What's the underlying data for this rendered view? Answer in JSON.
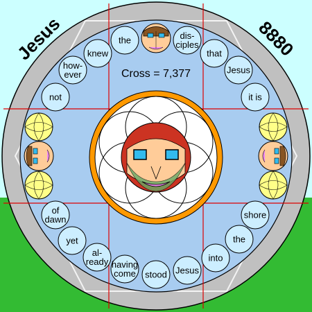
{
  "title_left": "Jesus",
  "title_right": "8880",
  "cross_text": "Cross = 7,377",
  "colors": {
    "sky": "#ccffff",
    "grass": "#33bb33",
    "ring_gray": "#c0c0c0",
    "inner_blue": "#a8ccf0",
    "bubble": "#cceeff",
    "yellow": "#ffff88",
    "orange": "#ff9900",
    "red_line": "#dd0000",
    "face_red": "#cc3322",
    "skin": "#ffcc99",
    "eye": "#33bbee",
    "lip": "#ee88ee",
    "dark": "#885522"
  },
  "words": [
    {
      "id": "the",
      "lines": [
        "the"
      ]
    },
    {
      "id": "disciples",
      "lines": [
        "dis-",
        "ciples"
      ]
    },
    {
      "id": "that",
      "lines": [
        "that"
      ]
    },
    {
      "id": "jesus-1",
      "lines": [
        "Jesus"
      ]
    },
    {
      "id": "it-is",
      "lines": [
        "it is"
      ]
    },
    {
      "id": "shore",
      "lines": [
        "shore"
      ]
    },
    {
      "id": "the-2",
      "lines": [
        "the"
      ]
    },
    {
      "id": "into",
      "lines": [
        "into"
      ]
    },
    {
      "id": "jesus-2",
      "lines": [
        "Jesus"
      ]
    },
    {
      "id": "stood",
      "lines": [
        "stood"
      ]
    },
    {
      "id": "having-come",
      "lines": [
        "having",
        "come"
      ]
    },
    {
      "id": "already",
      "lines": [
        "al-",
        "ready"
      ]
    },
    {
      "id": "yet",
      "lines": [
        "yet"
      ]
    },
    {
      "id": "of-dawn",
      "lines": [
        "of",
        "dawn"
      ]
    },
    {
      "id": "not",
      "lines": [
        "not"
      ]
    },
    {
      "id": "however",
      "lines": [
        "how-",
        "ever"
      ]
    },
    {
      "id": "knew",
      "lines": [
        "knew"
      ]
    }
  ]
}
